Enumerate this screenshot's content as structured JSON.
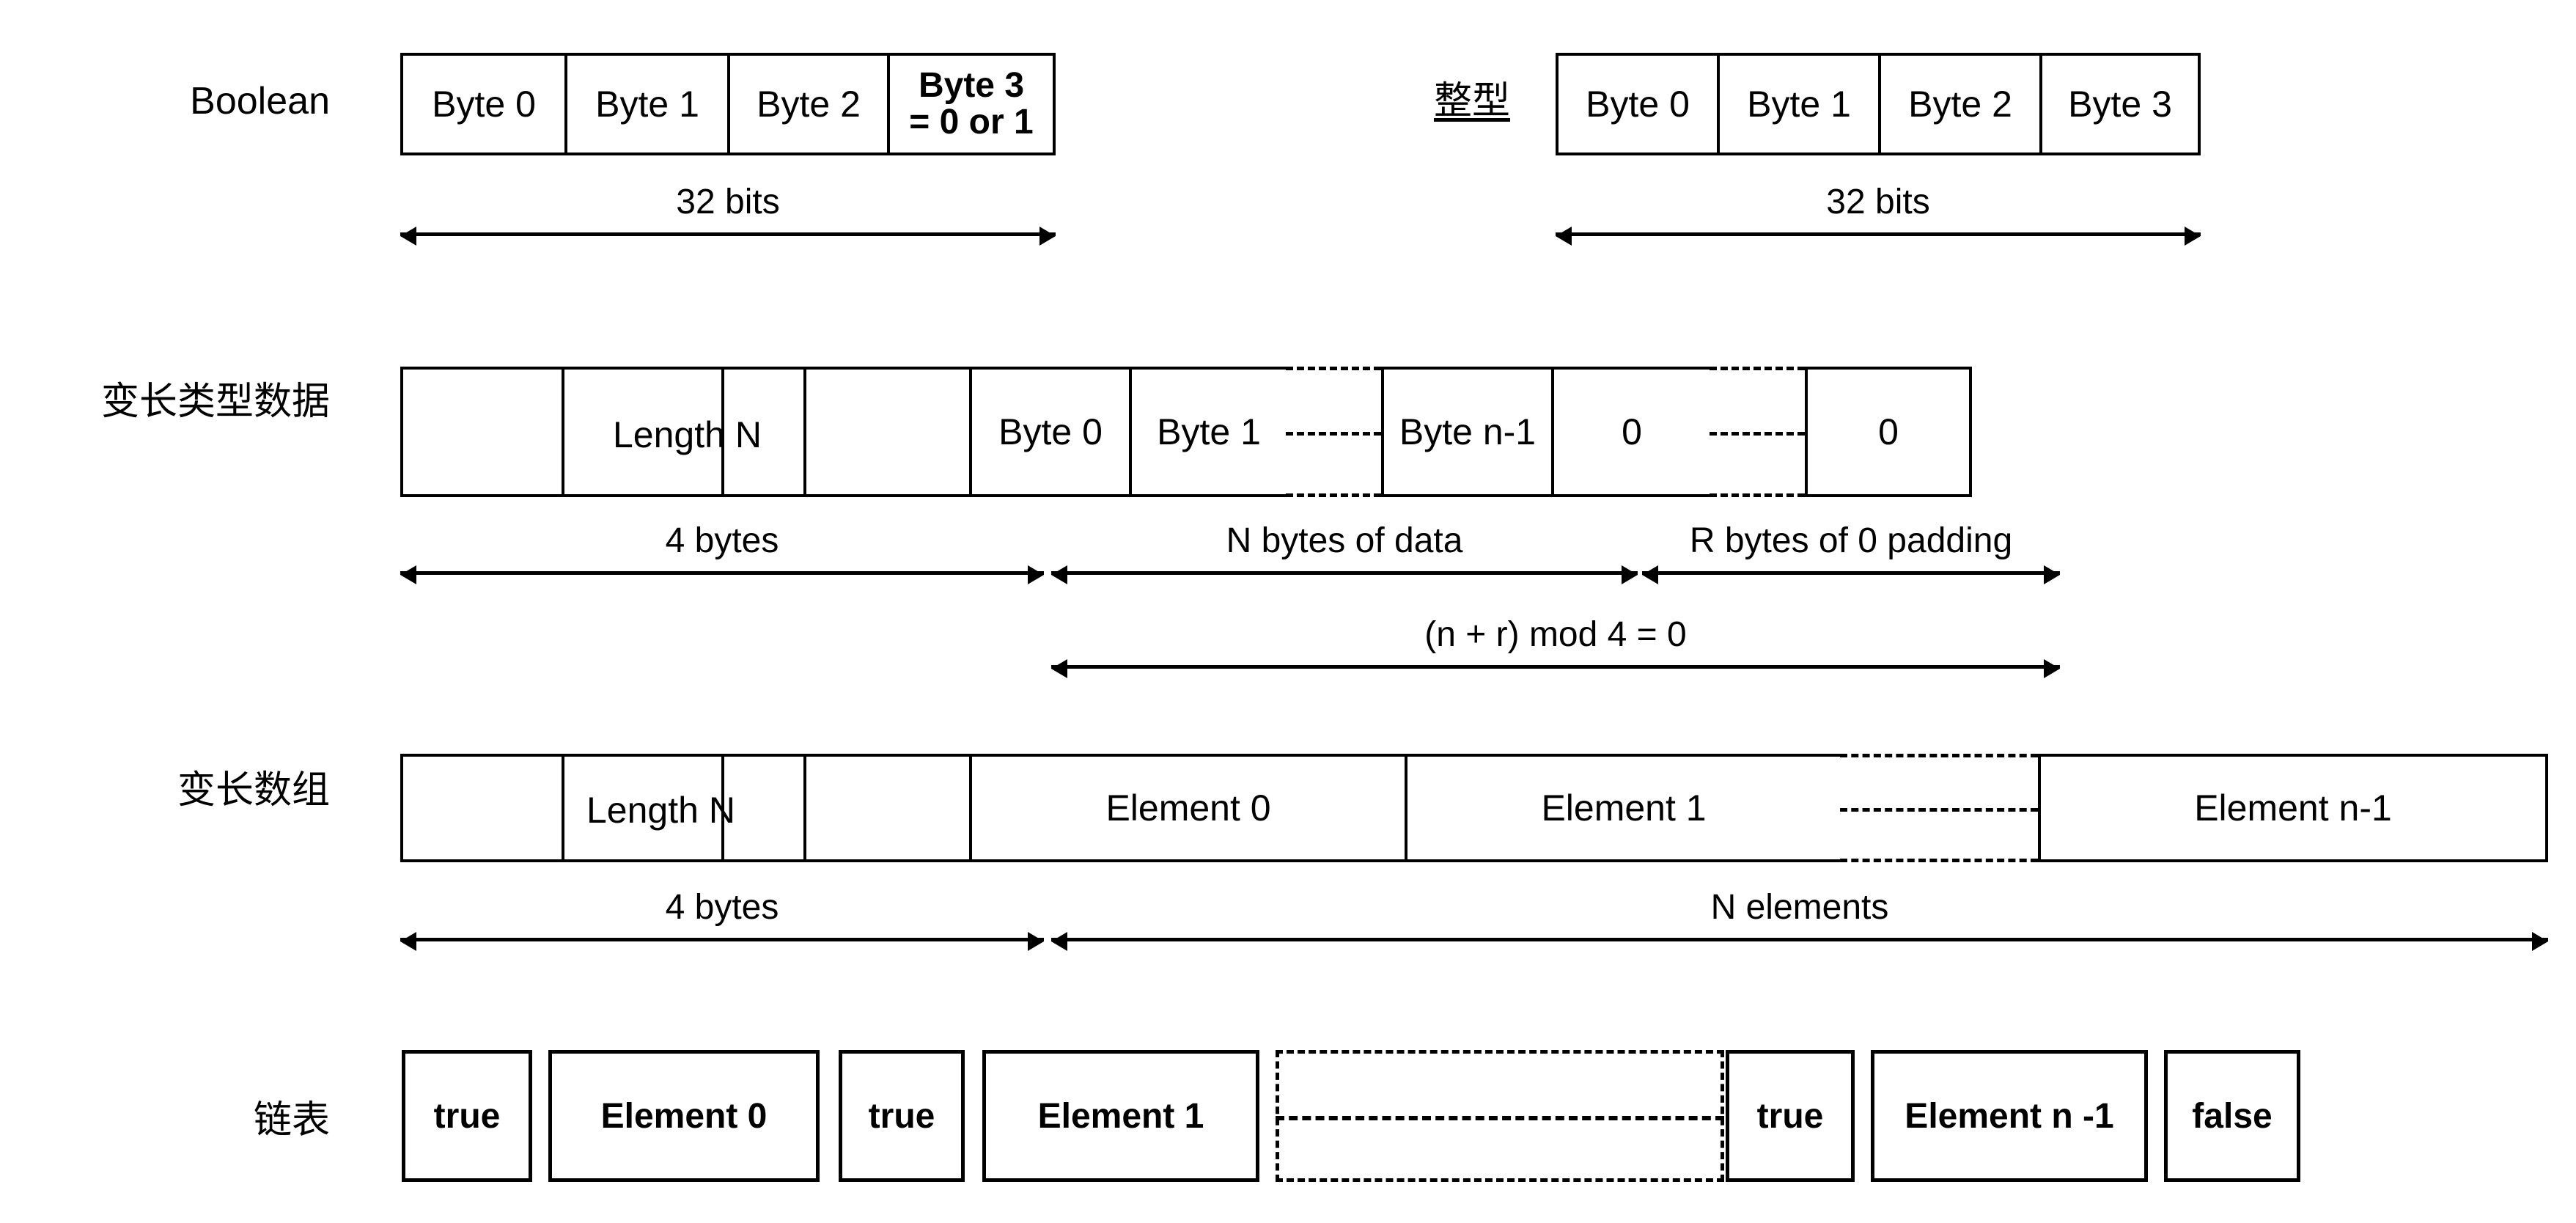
{
  "diagram": {
    "title": "XDR data type encoding layouts",
    "rows": [
      {
        "id": "boolean",
        "label": "Boolean",
        "label_underlined": false,
        "cells": [
          {
            "text": "Byte 0",
            "bold": false
          },
          {
            "text": "Byte 1",
            "bold": false
          },
          {
            "text": "Byte 2",
            "bold": false
          },
          {
            "text_line1": "Byte 3",
            "text_line2": "= 0 or 1",
            "bold": true
          }
        ],
        "measure": "32 bits"
      },
      {
        "id": "integer",
        "label": "整型",
        "label_underlined": true,
        "cells": [
          {
            "text": "Byte 0",
            "bold": false
          },
          {
            "text": "Byte 1",
            "bold": false
          },
          {
            "text": "Byte 2",
            "bold": false
          },
          {
            "text": "Byte 3",
            "bold": false
          }
        ],
        "measure": "32 bits"
      },
      {
        "id": "variable-length-data",
        "label": "变长类型数据",
        "overflow_text": "Length N",
        "cells": [
          {
            "text": "",
            "kind": "plain"
          },
          {
            "text": "",
            "kind": "plain"
          },
          {
            "text": "",
            "kind": "plain"
          },
          {
            "text": "",
            "kind": "plain"
          },
          {
            "text": "Byte 0",
            "kind": "plain"
          },
          {
            "text": "Byte 1",
            "kind": "plain"
          },
          {
            "text": "",
            "kind": "gap"
          },
          {
            "text": "Byte n-1",
            "kind": "plain"
          },
          {
            "text": "0",
            "kind": "plain"
          },
          {
            "text": "",
            "kind": "gap"
          },
          {
            "text": "0",
            "kind": "plain"
          }
        ],
        "measures": [
          {
            "text": "4 bytes"
          },
          {
            "text": "N bytes of data"
          },
          {
            "text": "R bytes of 0 padding"
          },
          {
            "text": "(n + r) mod 4 = 0"
          }
        ]
      },
      {
        "id": "variable-length-array",
        "label": "变长数组",
        "overflow_text": "Length N",
        "cells": [
          {
            "text": "",
            "kind": "plain"
          },
          {
            "text": "",
            "kind": "plain"
          },
          {
            "text": "",
            "kind": "plain"
          },
          {
            "text": "",
            "kind": "plain"
          },
          {
            "text": "Element 0",
            "kind": "plain"
          },
          {
            "text": "Element 1",
            "kind": "plain"
          },
          {
            "text": "",
            "kind": "gap"
          },
          {
            "text": "Element n-1",
            "kind": "plain"
          }
        ],
        "measures": [
          {
            "text": "4 bytes"
          },
          {
            "text": "N elements"
          }
        ]
      },
      {
        "id": "linked-list",
        "label": "链表",
        "boxes": [
          {
            "text": "true",
            "kind": "solid"
          },
          {
            "text": "Element 0",
            "kind": "solid"
          },
          {
            "text": "true",
            "kind": "solid"
          },
          {
            "text": "Element 1",
            "kind": "solid"
          },
          {
            "text": "",
            "kind": "dashed"
          },
          {
            "text": "true",
            "kind": "solid"
          },
          {
            "text": "Element n -1",
            "kind": "solid"
          },
          {
            "text": "false",
            "kind": "solid"
          }
        ]
      }
    ]
  },
  "colors": {
    "stroke": "#000000",
    "background": "#ffffff",
    "text": "#000000"
  }
}
